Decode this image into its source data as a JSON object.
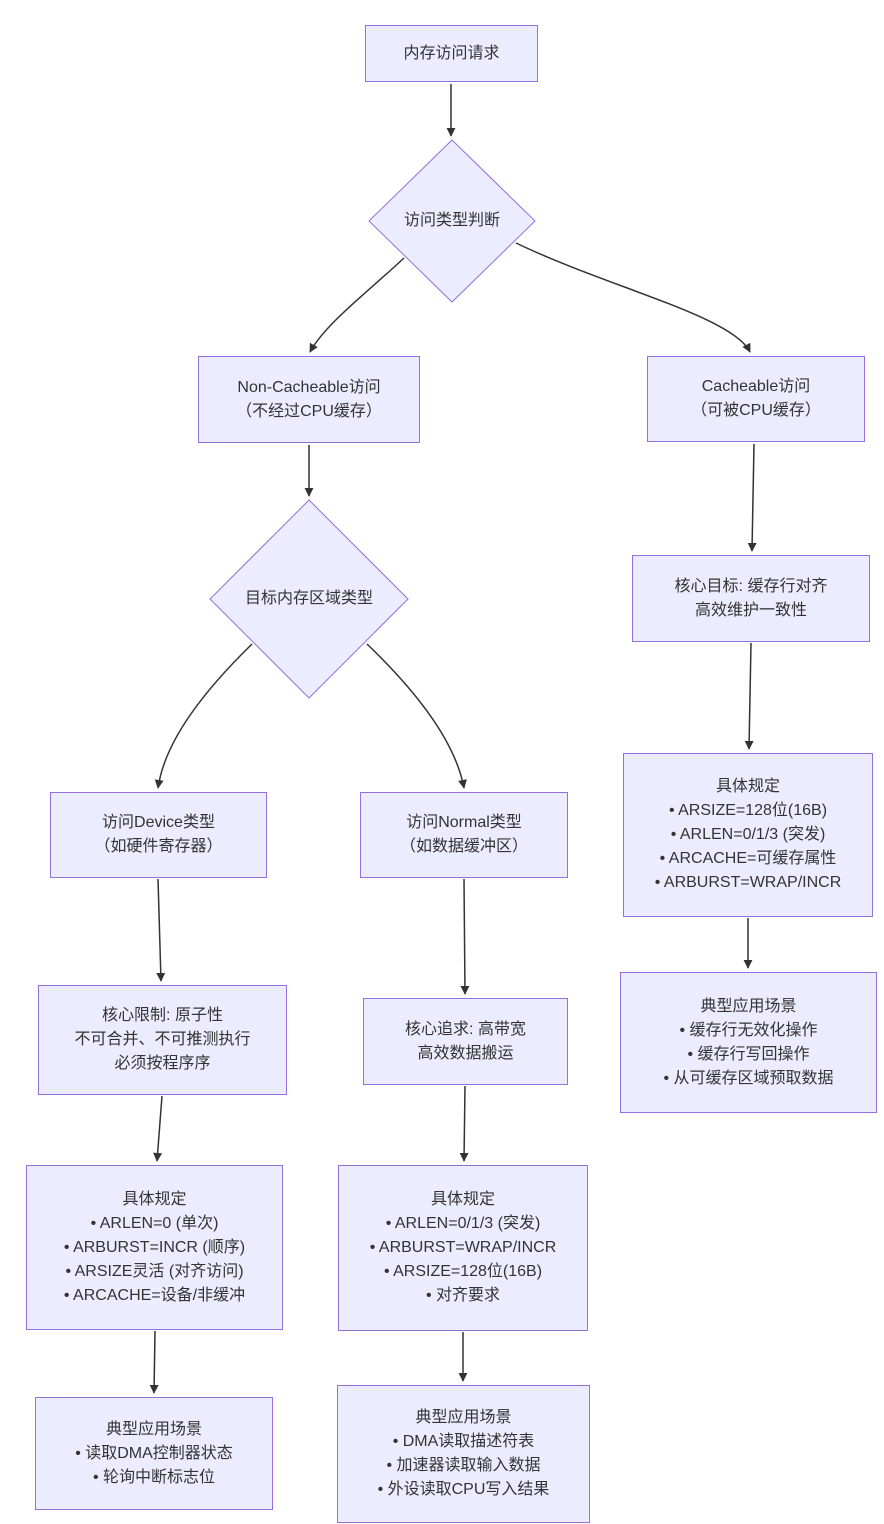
{
  "diagram": {
    "type": "flowchart",
    "colors": {
      "node_fill": "#ECECFF",
      "node_border": "#9370DB",
      "edge": "#333333",
      "text": "#333333",
      "background": "#FFFFFF"
    },
    "nodes": {
      "request": {
        "lines": [
          "内存访问请求"
        ]
      },
      "access_type_decision": {
        "lines": [
          "访问类型判断"
        ]
      },
      "non_cacheable": {
        "lines": [
          "Non-Cacheable访问",
          "（不经过CPU缓存）"
        ]
      },
      "cacheable": {
        "lines": [
          "Cacheable访问",
          "（可被CPU缓存）"
        ]
      },
      "memory_region_decision": {
        "lines": [
          "目标内存区域类型"
        ]
      },
      "cacheable_goal": {
        "lines": [
          "核心目标: 缓存行对齐",
          "高效维护一致性"
        ]
      },
      "device_access": {
        "lines": [
          "访问Device类型",
          "（如硬件寄存器）"
        ]
      },
      "normal_access": {
        "lines": [
          "访问Normal类型",
          "（如数据缓冲区）"
        ]
      },
      "cacheable_rules": {
        "lines": [
          "具体规定",
          "• ARSIZE=128位(16B)",
          "• ARLEN=0/1/3 (突发)",
          "• ARCACHE=可缓存属性",
          "• ARBURST=WRAP/INCR"
        ]
      },
      "device_constraints": {
        "lines": [
          "核心限制: 原子性",
          "不可合并、不可推测执行",
          "必须按程序序"
        ]
      },
      "normal_goal": {
        "lines": [
          "核心追求: 高带宽",
          "高效数据搬运"
        ]
      },
      "cacheable_scenarios": {
        "lines": [
          "典型应用场景",
          "• 缓存行无效化操作",
          "• 缓存行写回操作",
          "• 从可缓存区域预取数据"
        ]
      },
      "device_rules": {
        "lines": [
          "具体规定",
          "• ARLEN=0 (单次)",
          "• ARBURST=INCR (顺序)",
          "• ARSIZE灵活 (对齐访问)",
          "• ARCACHE=设备/非缓冲"
        ]
      },
      "normal_rules": {
        "lines": [
          "具体规定",
          "• ARLEN=0/1/3 (突发)",
          "• ARBURST=WRAP/INCR",
          "• ARSIZE=128位(16B)",
          "• 对齐要求"
        ]
      },
      "device_scenarios": {
        "lines": [
          "典型应用场景",
          "• 读取DMA控制器状态",
          "• 轮询中断标志位"
        ]
      },
      "normal_scenarios": {
        "lines": [
          "典型应用场景",
          "• DMA读取描述符表",
          "• 加速器读取输入数据",
          "• 外设读取CPU写入结果"
        ]
      }
    }
  }
}
